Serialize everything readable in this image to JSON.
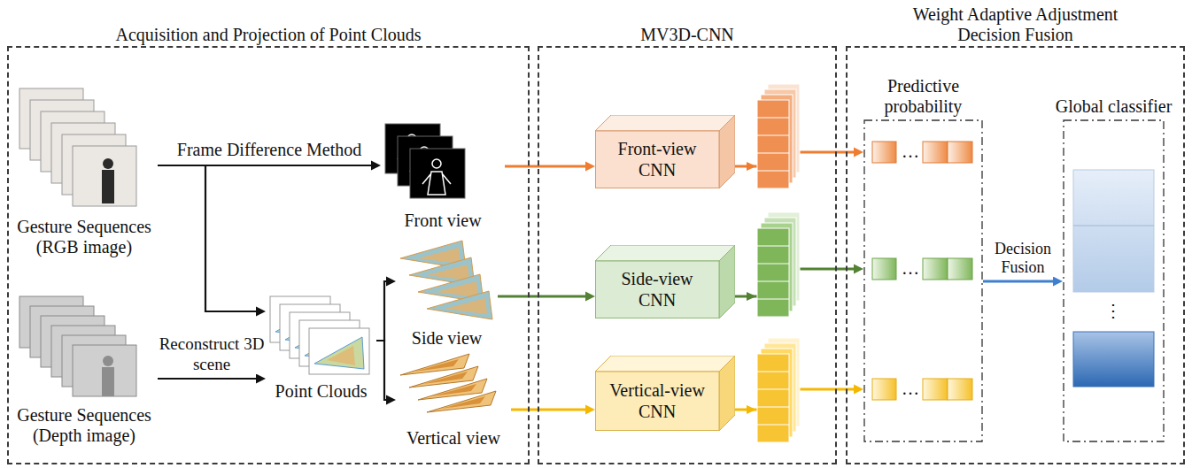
{
  "diagram": {
    "nodes": [
      {
        "text": [
          "Acquisition and Projection of Point Clouds"
        ]
      },
      {
        "text": [
          "Gesture Sequences (RGB image)"
        ],
        "in": 0
      },
      {
        "text": [
          "Front view"
        ],
        "in": 0
      },
      {
        "text": [
          "Side view"
        ],
        "in": 0
      },
      {
        "text": [
          "Point Clouds"
        ],
        "in": 0
      },
      {
        "text": [
          "Gesture Sequences (Depth image)"
        ],
        "in": 0
      },
      {
        "text": [
          "Vertical view"
        ],
        "in": 0
      },
      {
        "text": [
          "MV3D-CNN"
        ]
      },
      {
        "text": [
          "Front-view CNN"
        ],
        "in": 7
      },
      {
        "text": [
          "Side-view CNN"
        ],
        "in": 7
      },
      {
        "text": [
          "Vertical-view CNN"
        ],
        "in": 7
      },
      {
        "text": [
          "Weight Adaptive Adjustment Decision Fusion"
        ]
      },
      {
        "text": [
          "Predictive probability"
        ],
        "in": 11
      },
      {
        "text": [
          "Global classifier"
        ],
        "in": 11
      }
    ],
    "edges": [
      {
        "from": 1,
        "to": 2,
        "label": "Frame Difference Method",
        "arrow": "to"
      },
      {
        "from": 1,
        "to": 4,
        "arrow": "to"
      },
      {
        "from": 5,
        "to": 4,
        "label": "Reconstruct 3D scene",
        "arrow": "to"
      },
      {
        "from": 4,
        "to": 3,
        "arrow": "to"
      },
      {
        "from": 4,
        "to": 6,
        "arrow": "to"
      },
      {
        "from": 2,
        "to": 8,
        "arrow": "to"
      },
      {
        "from": 3,
        "to": 9,
        "arrow": "to"
      },
      {
        "from": 6,
        "to": 10,
        "arrow": "to"
      },
      {
        "from": 8,
        "to": 12,
        "arrow": "to"
      },
      {
        "from": 9,
        "to": 12,
        "arrow": "to"
      },
      {
        "from": 10,
        "to": 12,
        "arrow": "to"
      },
      {
        "from": 12,
        "to": 13,
        "label": "Decision Fusion",
        "arrow": "to"
      }
    ],
    "labels": [
      "…",
      "…",
      "…",
      "⋮"
    ]
  }
}
